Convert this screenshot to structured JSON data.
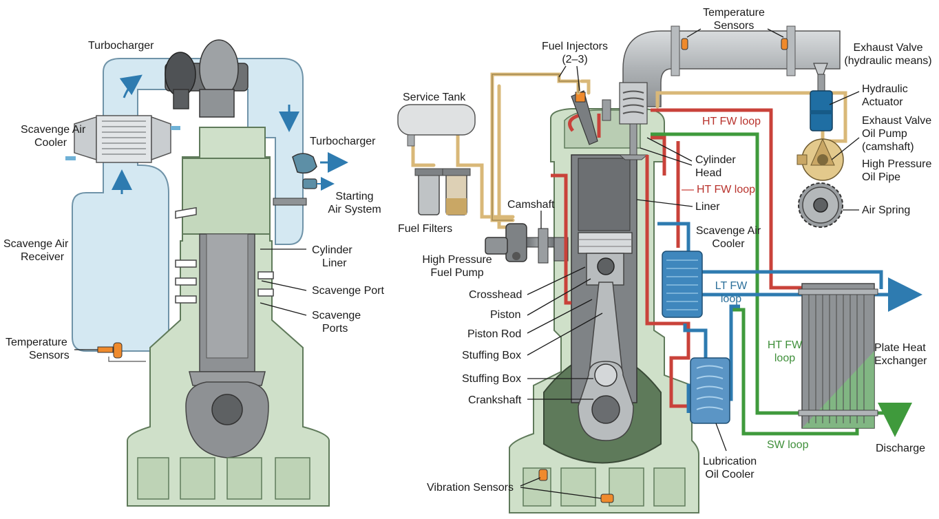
{
  "left": {
    "labels": {
      "turbocharger_top": "Turbocharger",
      "turbocharger_side": "Turbocharger",
      "scavenge_air_cooler": [
        "Scavenge Air",
        "Cooler"
      ],
      "starting_air_system": [
        "Starting",
        "Air System"
      ],
      "scavenge_air_receiver": [
        "Scavenge Air",
        "Receiver"
      ],
      "cylinder_liner": [
        "Cylinder",
        "Liner"
      ],
      "scavenge_port": "Scavenge Port",
      "scavenge_ports": [
        "Scavenge",
        "Ports"
      ],
      "temperature_sensors": [
        "Temperature",
        "Sensors"
      ]
    }
  },
  "right": {
    "labels": {
      "temperature_sensors": [
        "Temperature",
        "Sensors"
      ],
      "fuel_injectors": [
        "Fuel Injectors",
        "(2–3)"
      ],
      "exhaust_valve": [
        "Exhaust Valve",
        "(hydraulic means)"
      ],
      "service_tank": "Service Tank",
      "hydraulic_actuator": [
        "Hydraulic",
        "Actuator"
      ],
      "ht_fw_loop_top": "HT FW loop",
      "exhaust_valve_oil_pump": [
        "Exhaust Valve",
        "Oil Pump",
        "(camshaft)"
      ],
      "cylinder_head": [
        "Cylinder",
        "Head"
      ],
      "high_pressure_oil_pipe": [
        "High Pressure",
        "Oil Pipe"
      ],
      "ht_fw_loop_mid": "HT FW loop",
      "camshaft": "Camshaft",
      "liner": "Liner",
      "air_spring": "Air Spring",
      "fuel_filters": "Fuel Filters",
      "scavenge_air_cooler": [
        "Scavenge Air",
        "Cooler"
      ],
      "high_pressure_fuel_pump": [
        "High Pressure",
        "Fuel Pump"
      ],
      "lt_fw_loop": [
        "LT FW",
        "loop"
      ],
      "crosshead": "Crosshead",
      "piston": "Piston",
      "piston_rod": "Piston Rod",
      "ht_fw_loop_low": [
        "HT FW",
        "loop"
      ],
      "plate_heat_exchanger": [
        "Plate Heat",
        "Exchanger"
      ],
      "stuffing_box_1": "Stuffing Box",
      "stuffing_box_2": "Stuffing Box",
      "crankshaft": "Crankshaft",
      "sw_loop": "SW loop",
      "discharge": "Discharge",
      "lubrication_oil_cooler": [
        "Lubrication",
        "Oil Cooler"
      ],
      "vibration_sensors": "Vibration Sensors"
    }
  },
  "colors": {
    "engine_green": "#cfe0c9",
    "engine_stroke": "#5f7a5a",
    "air_blue": "#d4e8f2",
    "ht_red": "#c9423a",
    "lt_blue": "#2e7bb0",
    "sw_green": "#3f9a3c",
    "oil_tan": "#d9b878",
    "steel_grey": "#8f9396",
    "sensor_orange": "#ef8a2c"
  }
}
